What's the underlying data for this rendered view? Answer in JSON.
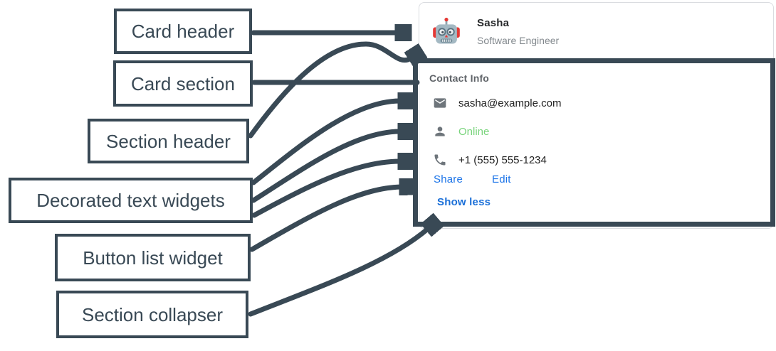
{
  "diagram": {
    "labels": [
      {
        "id": "card-header",
        "text": "Card header"
      },
      {
        "id": "card-section",
        "text": "Card section"
      },
      {
        "id": "section-header",
        "text": "Section header"
      },
      {
        "id": "decorated-text",
        "text": "Decorated text widgets"
      },
      {
        "id": "button-list",
        "text": "Button list widget"
      },
      {
        "id": "section-collapser",
        "text": "Section collapser"
      }
    ],
    "arrows": [
      {
        "from": "Card header",
        "to": "card-header"
      },
      {
        "from": "Card section",
        "to": "card-section-border"
      },
      {
        "from": "Section header",
        "to": "section-header"
      },
      {
        "from": "Decorated text widgets",
        "to": "email-row"
      },
      {
        "from": "Decorated text widgets",
        "to": "status-row"
      },
      {
        "from": "Decorated text widgets",
        "to": "phone-row"
      },
      {
        "from": "Button list widget",
        "to": "button-row"
      },
      {
        "from": "Section collapser",
        "to": "collapser-button"
      }
    ]
  },
  "card": {
    "header": {
      "name": "Sasha",
      "subtitle": "Software Engineer",
      "avatar_icon": "robot-avatar"
    },
    "section": {
      "header": "Contact Info",
      "rows": [
        {
          "icon": "mail-icon",
          "text": "sasha@example.com"
        },
        {
          "icon": "person-icon",
          "text": "Online"
        },
        {
          "icon": "phone-icon",
          "text": "+1 (555) 555-1234"
        }
      ],
      "buttons": [
        {
          "label": "Share"
        },
        {
          "label": "Edit"
        }
      ],
      "collapser_label": "Show less"
    }
  },
  "colors": {
    "annotation_slate": "#394955",
    "card_border_gray": "#dadce0",
    "link_blue": "#1a73e8",
    "online_green": "#79d47c",
    "icon_gray": "#6e757b",
    "subtitle_gray": "#83898e",
    "section_header_gray": "#5f6368",
    "text_dark": "#212121"
  }
}
